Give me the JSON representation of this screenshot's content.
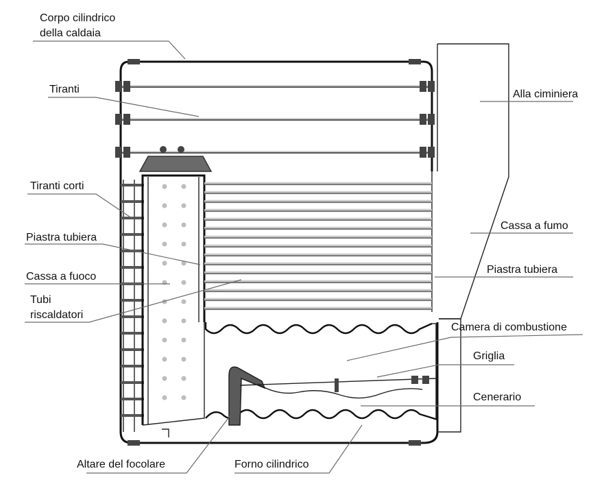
{
  "labels": {
    "corpo": [
      "Corpo cilindrico",
      "della caldaia"
    ],
    "tiranti": "Tiranti",
    "alla_ciminiera": "Alla ciminiera",
    "tiranti_corti": "Tiranti corti",
    "cassa_a_fumo": "Cassa a fumo",
    "piastra_tubiera_left": "Piastra tubiera",
    "piastra_tubiera_right": "Piastra tubiera",
    "cassa_a_fuoco": "Cassa a fuoco",
    "tubi_riscaldatori": [
      "Tubi",
      "riscaldatori"
    ],
    "camera_di_combustione": "Camera di combustione",
    "griglia": "Griglia",
    "ceneraio": "Cenerario",
    "altare_del_focolare": "Altare del focolare",
    "forno_cilindrico": "Forno cilindrico"
  },
  "colors": {
    "ink": "#111111",
    "leader": "#6a6a6a",
    "tube": "#7a7a7a"
  }
}
